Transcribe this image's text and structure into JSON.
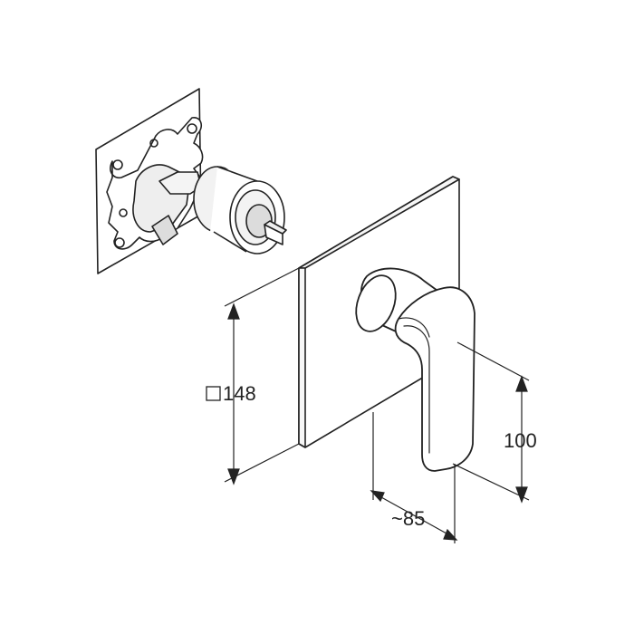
{
  "dimensions": {
    "plate_size": "148",
    "handle_height": "100",
    "projection": "~85"
  },
  "colors": {
    "line": "#222222",
    "background": "#ffffff"
  }
}
